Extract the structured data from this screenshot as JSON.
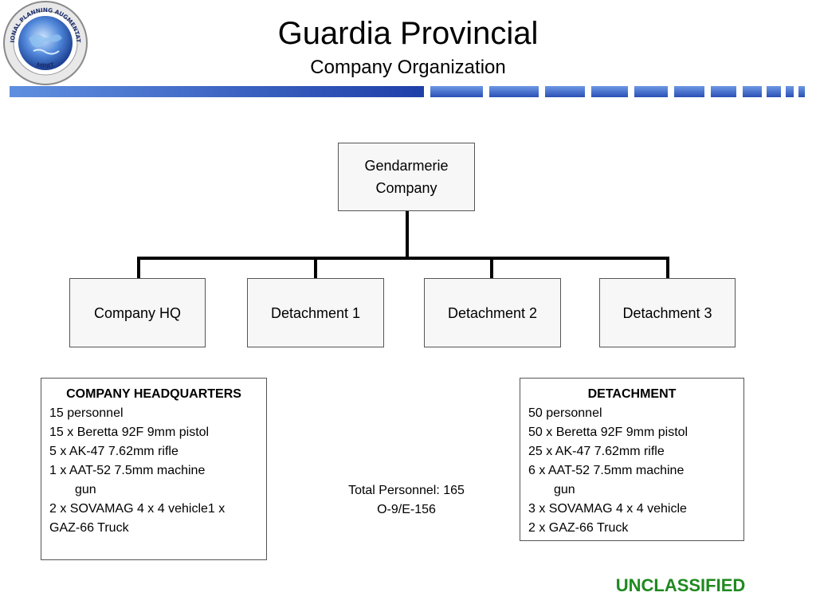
{
  "header": {
    "logo_text_top": "MULTINATIONAL PLANNING AUGMENTATION TEAM",
    "logo_text_bottom": "MPAT",
    "title": "Guardia Provincial",
    "subtitle": "Company Organization"
  },
  "org": {
    "root": {
      "label_line1": "Gendarmerie",
      "label_line2": "Company"
    },
    "children": [
      {
        "label": "Company HQ"
      },
      {
        "label": "Detachment 1"
      },
      {
        "label": "Detachment 2"
      },
      {
        "label": "Detachment 3"
      }
    ]
  },
  "hq_details": {
    "heading": "COMPANY HEADQUARTERS",
    "lines": [
      "15  personnel",
      "15 x Beretta 92F 9mm pistol",
      "5 x AK-47 7.62mm rifle",
      "1 x AAT-52 7.5mm machine",
      "gun",
      "2 x SOVAMAG 4 x 4 vehicle1 x",
      "GAZ-66 Truck"
    ]
  },
  "detachment_details": {
    "heading": "DETACHMENT",
    "lines": [
      "50 personnel",
      "50 x Beretta 92F 9mm pistol",
      "25 x AK-47 7.62mm rifle",
      "6 x AAT-52 7.5mm machine",
      "gun",
      "3 x SOVAMAG 4 x 4 vehicle",
      "2 x GAZ-66 Truck"
    ]
  },
  "totals": {
    "line1": "Total Personnel: 165",
    "line2": "O-9/E-156"
  },
  "classification": "UNCLASSIFIED",
  "colors": {
    "banner_blue": "#2a4fb8",
    "banner_light": "#5f8fe0",
    "classification_green": "#1f8a1f"
  }
}
